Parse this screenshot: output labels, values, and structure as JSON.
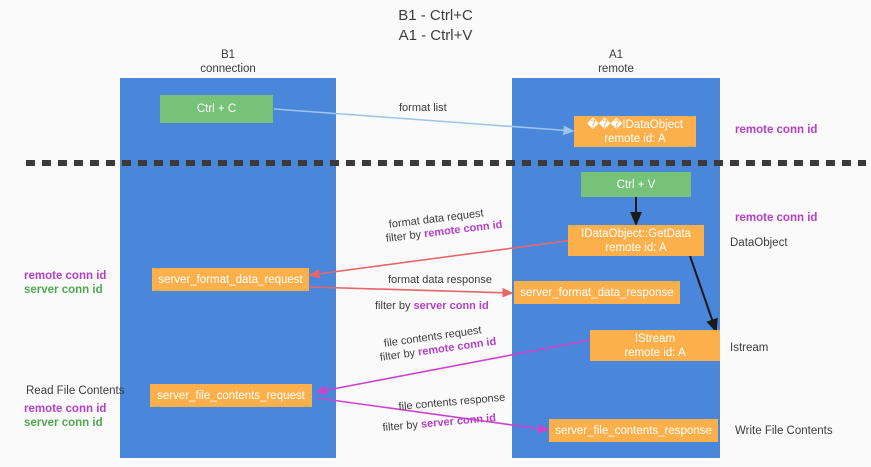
{
  "title": "B1 - Ctrl+C\nA1 - Ctrl+V",
  "columns": [
    {
      "header": "B1\nconnection"
    },
    {
      "header": "A1\nremote"
    }
  ],
  "nodes": {
    "ctrl_c": "Ctrl + C",
    "idataobject": "���IDataObject\nremote id: A",
    "ctrl_v": "Ctrl + V",
    "getdata": "IDataObject::GetData\nremote id: A",
    "server_format_data_request": "server_format_data_request",
    "server_format_data_response": "server_format_data_response",
    "istream": "IStream\nremote id: A",
    "server_file_contents_request": "server_file_contents_request",
    "server_file_contents_response": "server_file_contents_response"
  },
  "edge_labels": {
    "format_list": "format list",
    "format_data_request": "format data request",
    "format_data_request_filter_prefix": "filter by ",
    "format_data_request_filter_key": "remote conn id",
    "format_data_response": "format data response",
    "format_data_response_filter_prefix": "filter by ",
    "format_data_response_filter_key": "server conn id",
    "file_contents_request": "file contents request",
    "file_contents_request_filter_prefix": "filter by ",
    "file_contents_request_filter_key": "remote conn id",
    "file_contents_response": "file contents response",
    "file_contents_response_filter_prefix": "filter by ",
    "file_contents_response_filter_key": "server conn id"
  },
  "side_labels": {
    "right_remote_conn_id_top": "remote conn id",
    "right_remote_conn_id_mid": "remote conn id",
    "right_dataobject": "DataObject",
    "right_istream": "Istream",
    "right_write_file_contents": "Write File Contents",
    "left_remote_conn_id_mid": "remote conn id",
    "left_server_conn_id_mid": "server conn id",
    "left_read_file_contents": "Read File Contents",
    "left_remote_conn_id_bottom": "remote conn id",
    "left_server_conn_id_bottom": "server conn id"
  },
  "colors": {
    "lane": "#4a86da",
    "green_node": "#76c278",
    "orange_node": "#fbb04c",
    "purple_text": "#b43fc8",
    "green_text": "#4fa94f",
    "light_blue_arrow": "#9cc6ea",
    "red_arrow": "#e8666a",
    "magenta_arrow": "#cc44cc",
    "black_arrow": "#1a1a1a",
    "background": "#fafafa"
  }
}
